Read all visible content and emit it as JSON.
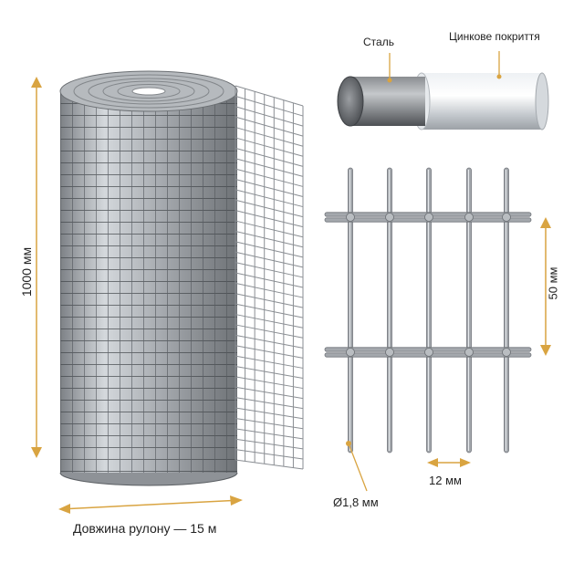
{
  "dimensions": {
    "height": "1000 мм",
    "roll_length": "Довжина рулону — 15 м",
    "vertical_spacing": "50 мм",
    "horizontal_spacing": "12 мм",
    "wire_diameter": "Ø1,8 мм"
  },
  "wire_layers": {
    "core": "Сталь",
    "coating": "Цинкове покриття"
  },
  "colors": {
    "accent": "#d9a441",
    "wire": "#9a9ea3",
    "steel": "#5f6266",
    "zinc": "#c9ced3"
  }
}
